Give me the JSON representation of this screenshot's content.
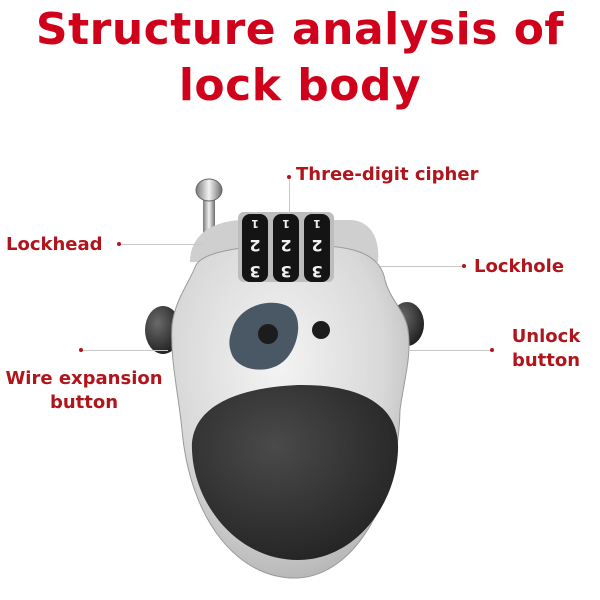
{
  "title": {
    "line1": "Structure analysis of",
    "line2": "lock body"
  },
  "labels": {
    "three_digit_cipher": "Three-digit cipher",
    "lockhead": "Lockhead",
    "lockhole": "Lockhole",
    "unlock_button_line1": "Unlock",
    "unlock_button_line2": "button",
    "wire_expansion_line1": "Wire expansion",
    "wire_expansion_line2": "button"
  },
  "dials": [
    "1",
    "2",
    "3"
  ],
  "colors": {
    "title": "#d0021b",
    "label": "#b1151c",
    "body": "#dcdcdc",
    "accent_spot": "#4a5866",
    "dark": "#2b2b2b"
  }
}
